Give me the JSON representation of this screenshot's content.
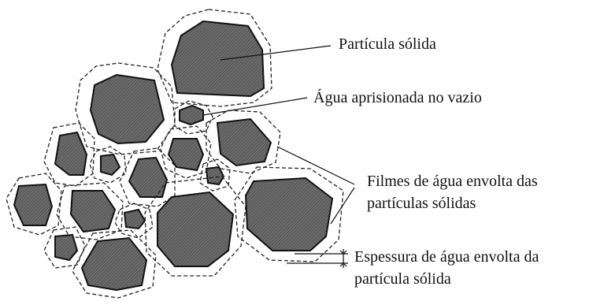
{
  "labels": {
    "solid_particle": "Partícula sólida",
    "trapped_water": "Água aprisionada no vazio",
    "water_films_line1": "Filmes de água envolta das",
    "water_films_line2": "partículas sólidas",
    "thickness_line1": "Espessura de água envolta da",
    "thickness_line2": "partícula sólida"
  },
  "colors": {
    "particle_fill": "#5a5a5a",
    "outline": "#111111",
    "background": "#ffffff"
  }
}
